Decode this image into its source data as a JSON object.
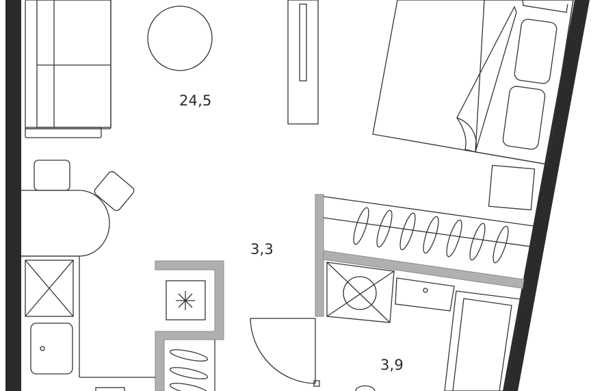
{
  "rooms": {
    "living_area": "24,5",
    "hallway_area": "3,3",
    "bathroom_area": "3,9"
  },
  "colors": {
    "outer_wall": "#2b2b2b",
    "inner_wall": "#b0b0b0",
    "line": "#333333",
    "background": "#ffffff"
  }
}
